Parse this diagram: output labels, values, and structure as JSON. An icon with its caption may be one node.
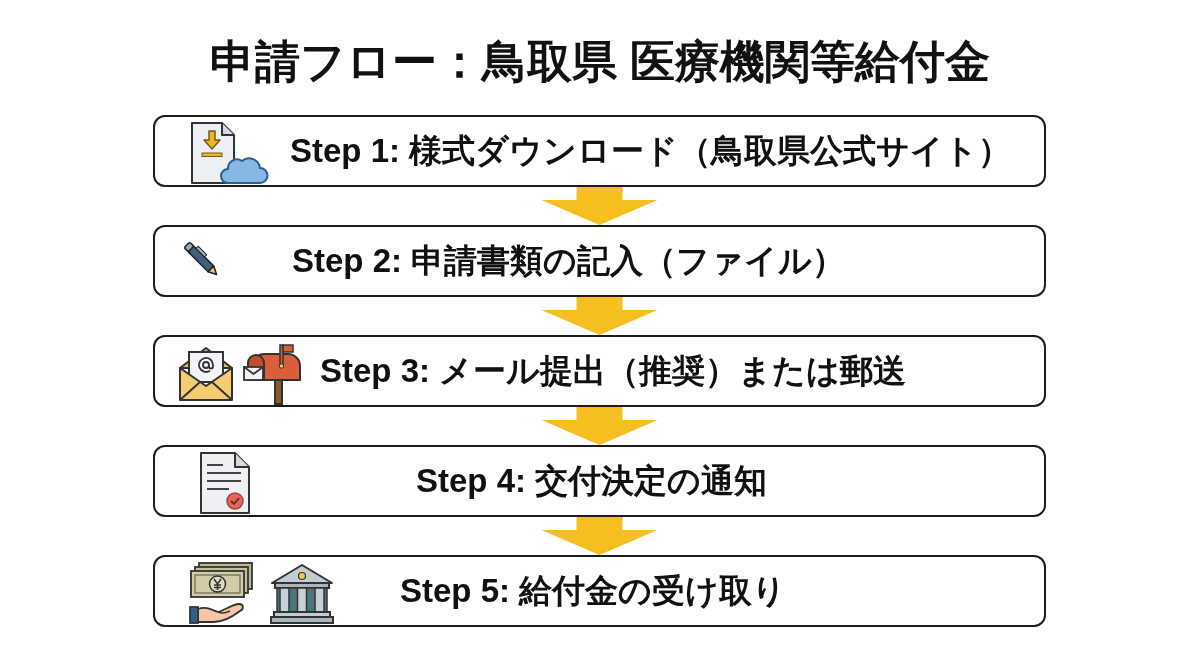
{
  "diagram": {
    "title": "申請フロー：鳥取県 医療機関等給付金",
    "nodes": [
      {
        "text": [
          "Step 1: 様式ダウンロード（鳥取県公式サイト）"
        ]
      },
      {
        "text": [
          "Step 2: 申請書類の記入（ファイル）"
        ]
      },
      {
        "text": [
          "Step 3: メール提出（推奨）または郵送"
        ]
      },
      {
        "text": [
          "Step 4: 交付決定の通知"
        ]
      },
      {
        "text": [
          "Step 5: 給付金の受け取り"
        ]
      }
    ],
    "edges": [
      {
        "from": 0,
        "to": 1,
        "arrow": "to"
      },
      {
        "from": 1,
        "to": 2,
        "arrow": "to"
      },
      {
        "from": 2,
        "to": 3,
        "arrow": "to"
      },
      {
        "from": 3,
        "to": 4,
        "arrow": "to"
      }
    ]
  }
}
